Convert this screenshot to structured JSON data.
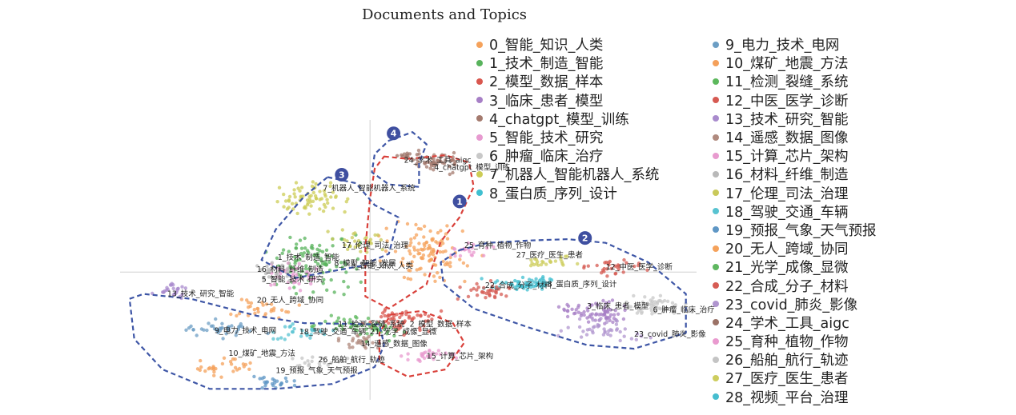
{
  "chart_data": {
    "type": "scatter",
    "title": "Documents and Topics",
    "topics": [
      {
        "id": 0,
        "label": "0_智能_知识_人类",
        "color": "#f5a25b"
      },
      {
        "id": 1,
        "label": "1_技术_制造_智能",
        "color": "#58b35c"
      },
      {
        "id": 2,
        "label": "2_模型_数据_样本",
        "color": "#d9574f"
      },
      {
        "id": 3,
        "label": "3_临床_患者_模型",
        "color": "#a77fc6"
      },
      {
        "id": 4,
        "label": "4_chatgpt_模型_训练",
        "color": "#a47a6e"
      },
      {
        "id": 5,
        "label": "5_智能_技术_研究",
        "color": "#e79ad0"
      },
      {
        "id": 6,
        "label": "6_肿瘤_临床_治疗",
        "color": "#c8c8c8"
      },
      {
        "id": 7,
        "label": "7_机器人_智能机器人_系统",
        "color": "#cccc55"
      },
      {
        "id": 8,
        "label": "8_蛋白质_序列_设计",
        "color": "#3fbfd0"
      },
      {
        "id": 9,
        "label": "9_电力_技术_电网",
        "color": "#6c9ec4"
      },
      {
        "id": 10,
        "label": "10_煤矿_地震_方法",
        "color": "#f4a05a"
      },
      {
        "id": 11,
        "label": "11_检测_裂缝_系统",
        "color": "#5cb85c"
      },
      {
        "id": 12,
        "label": "12_中医_医学_诊断",
        "color": "#d65a52"
      },
      {
        "id": 13,
        "label": "13_技术_研究_智能",
        "color": "#a98bcd"
      },
      {
        "id": 14,
        "label": "14_遥感_数据_图像",
        "color": "#b08a7e"
      },
      {
        "id": 15,
        "label": "15_计算_芯片_架构",
        "color": "#e89bcf"
      },
      {
        "id": 16,
        "label": "16_材料_纤维_制造",
        "color": "#b9b9b9"
      },
      {
        "id": 17,
        "label": "17_伦理_司法_治理",
        "color": "#c9c95a"
      },
      {
        "id": 18,
        "label": "18_驾驶_交通_车辆",
        "color": "#58c3d1"
      },
      {
        "id": 19,
        "label": "19_预报_气象_天气预报",
        "color": "#5f97c5"
      },
      {
        "id": 20,
        "label": "20_无人_跨域_协同",
        "color": "#f5a25b"
      },
      {
        "id": 21,
        "label": "21_光学_成像_显微",
        "color": "#5fb760"
      },
      {
        "id": 22,
        "label": "22_合成_分子_材料",
        "color": "#d65c54"
      },
      {
        "id": 23,
        "label": "23_covid_肺炎_影像",
        "color": "#b095cf"
      },
      {
        "id": 24,
        "label": "24_学术_工具_aigc",
        "color": "#9b7266"
      },
      {
        "id": 25,
        "label": "25_育种_植物_作物",
        "color": "#e99acf"
      },
      {
        "id": 26,
        "label": "26_船舶_航行_轨迹",
        "color": "#c4c4c4"
      },
      {
        "id": 27,
        "label": "27_医疗_医生_患者",
        "color": "#cdcd5e"
      },
      {
        "id": 28,
        "label": "28_视频_平台_治理",
        "color": "#46bdcf"
      }
    ],
    "plot_labels": [
      {
        "text": "24_学术_工具_aigc",
        "x": 0.36,
        "y": 0.9
      },
      {
        "text": "4_chatgpt_模型_训练",
        "x": 0.68,
        "y": 0.84
      },
      {
        "text": "7_机器人_智能机器人_系统",
        "x": -0.5,
        "y": 0.67
      },
      {
        "text": "17_伦理_司法_治理",
        "x": -0.3,
        "y": 0.2
      },
      {
        "text": "1_技术_制造_智能",
        "x": -0.98,
        "y": 0.1
      },
      {
        "text": "5_智能_知识_人类",
        "x": -0.2,
        "y": 0.03
      },
      {
        "text": "8_模型_智能_发展",
        "x": -0.38,
        "y": 0.05
      },
      {
        "text": "16_材料_纤维_制造",
        "x": -1.2,
        "y": 0.0
      },
      {
        "text": "5_智能_技术_研究",
        "x": -1.15,
        "y": -0.08
      },
      {
        "text": "13_技术_研究_智能",
        "x": -2.15,
        "y": -0.2
      },
      {
        "text": "20_无人_跨域_协同",
        "x": -1.2,
        "y": -0.25
      },
      {
        "text": "25_育种_植物_作物",
        "x": 1.0,
        "y": 0.2
      },
      {
        "text": "27_医疗_医生_患者",
        "x": 1.55,
        "y": 0.12
      },
      {
        "text": "12_中医_医学_诊断",
        "x": 2.5,
        "y": 0.02
      },
      {
        "text": "22_合成_分子_材料",
        "x": 1.22,
        "y": -0.13
      },
      {
        "text": "8_蛋白质_序列_设计",
        "x": 1.88,
        "y": -0.12
      },
      {
        "text": "3_临床_患者_模型",
        "x": 2.3,
        "y": -0.3
      },
      {
        "text": "6_肿瘤_临床_治疗",
        "x": 3.0,
        "y": -0.33
      },
      {
        "text": "23_covid_肺炎_影像",
        "x": 2.8,
        "y": -0.53
      },
      {
        "text": "11_检测_裂缝_系统",
        "x": -0.34,
        "y": -0.45
      },
      {
        "text": "2_模型_数据_样本",
        "x": 0.42,
        "y": -0.45
      },
      {
        "text": "9_电力_技术_电网",
        "x": -1.65,
        "y": -0.5
      },
      {
        "text": "18_驾驶_交通_车辆",
        "x": -0.75,
        "y": -0.51
      },
      {
        "text": "21_光学_成像_显微",
        "x": 0.0,
        "y": -0.51
      },
      {
        "text": "14_遥感_数据_图像",
        "x": -0.1,
        "y": -0.61
      },
      {
        "text": "15_计算_芯片_架构",
        "x": 0.6,
        "y": -0.71
      },
      {
        "text": "10_煤矿_地震_方法",
        "x": -1.5,
        "y": -0.69
      },
      {
        "text": "26_船舶_航行_轨迹",
        "x": -0.55,
        "y": -0.74
      },
      {
        "text": "19_预报_气象_天气预报",
        "x": -1.0,
        "y": -0.83
      }
    ],
    "clusters": [
      {
        "topic": 0,
        "cx": 0.6,
        "cy": 0.15,
        "sx": 0.4,
        "sy": 0.2,
        "n": 110
      },
      {
        "topic": 1,
        "cx": -0.6,
        "cy": 0.1,
        "sx": 0.4,
        "sy": 0.2,
        "n": 100
      },
      {
        "topic": 2,
        "cx": 0.35,
        "cy": -0.4,
        "sx": 0.3,
        "sy": 0.1,
        "n": 60
      },
      {
        "topic": 3,
        "cx": 2.4,
        "cy": -0.33,
        "sx": 0.3,
        "sy": 0.08,
        "n": 70
      },
      {
        "topic": 4,
        "cx": 0.7,
        "cy": 0.9,
        "sx": 0.22,
        "sy": 0.07,
        "n": 50
      },
      {
        "topic": 5,
        "cx": -0.85,
        "cy": -0.05,
        "sx": 0.25,
        "sy": 0.1,
        "n": 40
      },
      {
        "topic": 6,
        "cx": 3.0,
        "cy": -0.28,
        "sx": 0.3,
        "sy": 0.07,
        "n": 55
      },
      {
        "topic": 7,
        "cx": -0.6,
        "cy": 0.6,
        "sx": 0.35,
        "sy": 0.12,
        "n": 70
      },
      {
        "topic": 8,
        "cx": 1.6,
        "cy": -0.1,
        "sx": 0.3,
        "sy": 0.05,
        "n": 45
      },
      {
        "topic": 9,
        "cx": -1.55,
        "cy": -0.47,
        "sx": 0.35,
        "sy": 0.06,
        "n": 40
      },
      {
        "topic": 10,
        "cx": -1.55,
        "cy": -0.78,
        "sx": 0.25,
        "sy": 0.06,
        "n": 30
      },
      {
        "topic": 11,
        "cx": -0.25,
        "cy": -0.42,
        "sx": 0.3,
        "sy": 0.06,
        "n": 35
      },
      {
        "topic": 12,
        "cx": 2.6,
        "cy": 0.05,
        "sx": 0.3,
        "sy": 0.06,
        "n": 30
      },
      {
        "topic": 13,
        "cx": -2.1,
        "cy": -0.15,
        "sx": 0.15,
        "sy": 0.06,
        "n": 25
      },
      {
        "topic": 14,
        "cx": -0.1,
        "cy": -0.58,
        "sx": 0.2,
        "sy": 0.06,
        "n": 25
      },
      {
        "topic": 15,
        "cx": 0.6,
        "cy": -0.68,
        "sx": 0.25,
        "sy": 0.05,
        "n": 30
      },
      {
        "topic": 16,
        "cx": -1.0,
        "cy": 0.0,
        "sx": 0.2,
        "sy": 0.08,
        "n": 25
      },
      {
        "topic": 17,
        "cx": -0.1,
        "cy": 0.25,
        "sx": 0.25,
        "sy": 0.08,
        "n": 30
      },
      {
        "topic": 18,
        "cx": -0.7,
        "cy": -0.5,
        "sx": 0.3,
        "sy": 0.06,
        "n": 30
      },
      {
        "topic": 19,
        "cx": -1.0,
        "cy": -0.9,
        "sx": 0.2,
        "sy": 0.05,
        "n": 25
      },
      {
        "topic": 20,
        "cx": -1.15,
        "cy": -0.3,
        "sx": 0.3,
        "sy": 0.08,
        "n": 30
      },
      {
        "topic": 21,
        "cx": 0.1,
        "cy": -0.5,
        "sx": 0.2,
        "sy": 0.06,
        "n": 25
      },
      {
        "topic": 22,
        "cx": 1.25,
        "cy": -0.15,
        "sx": 0.25,
        "sy": 0.06,
        "n": 35
      },
      {
        "topic": 23,
        "cx": 2.5,
        "cy": -0.48,
        "sx": 0.4,
        "sy": 0.08,
        "n": 45
      },
      {
        "topic": 24,
        "cx": 0.38,
        "cy": 0.95,
        "sx": 0.12,
        "sy": 0.03,
        "n": 12
      },
      {
        "topic": 25,
        "cx": 1.05,
        "cy": 0.18,
        "sx": 0.2,
        "sy": 0.05,
        "n": 20
      },
      {
        "topic": 26,
        "cx": -0.55,
        "cy": -0.72,
        "sx": 0.25,
        "sy": 0.05,
        "n": 20
      },
      {
        "topic": 27,
        "cx": 1.85,
        "cy": 0.1,
        "sx": 0.25,
        "sy": 0.05,
        "n": 25
      },
      {
        "topic": 28,
        "cx": 1.75,
        "cy": -0.08,
        "sx": 0.12,
        "sy": 0.04,
        "n": 20
      }
    ],
    "highlighted_groups": [
      {
        "id": 1,
        "number_label": "1",
        "color": "#d9413b",
        "badge": {
          "x": 0.95,
          "y": 0.58
        },
        "path": [
          [
            0.15,
            0.95
          ],
          [
            0.4,
            0.93
          ],
          [
            0.8,
            0.96
          ],
          [
            1.05,
            0.9
          ],
          [
            1.1,
            0.7
          ],
          [
            0.95,
            0.45
          ],
          [
            0.75,
            0.25
          ],
          [
            0.6,
            -0.1
          ],
          [
            0.2,
            -0.3
          ],
          [
            -0.05,
            -0.2
          ],
          [
            -0.05,
            0.2
          ],
          [
            0.0,
            0.6
          ],
          [
            0.05,
            0.85
          ]
        ]
      },
      {
        "id": 2,
        "number_label": "2",
        "color": "#3e56a6",
        "badge": {
          "x": 2.28,
          "y": 0.28
        },
        "path": [
          [
            0.95,
            0.18
          ],
          [
            1.25,
            0.24
          ],
          [
            1.7,
            0.26
          ],
          [
            2.1,
            0.27
          ],
          [
            2.5,
            0.24
          ],
          [
            2.95,
            0.08
          ],
          [
            3.35,
            -0.18
          ],
          [
            3.35,
            -0.5
          ],
          [
            2.8,
            -0.63
          ],
          [
            2.3,
            -0.6
          ],
          [
            1.7,
            -0.46
          ],
          [
            1.1,
            -0.3
          ],
          [
            0.78,
            -0.1
          ],
          [
            0.75,
            0.08
          ]
        ]
      },
      {
        "id": 3,
        "number_label": "3",
        "color": "#3e56a6",
        "badge": {
          "x": -0.3,
          "y": 0.8
        },
        "path": [
          [
            -0.45,
            0.78
          ],
          [
            -0.15,
            0.73
          ],
          [
            0.05,
            0.55
          ],
          [
            0.3,
            0.45
          ],
          [
            0.2,
            0.15
          ],
          [
            -0.1,
            0.05
          ],
          [
            -0.8,
            -0.05
          ],
          [
            -1.15,
            0.1
          ],
          [
            -1.0,
            0.35
          ],
          [
            -0.7,
            0.62
          ]
        ]
      },
      {
        "id": 4,
        "number_label": "4",
        "color": "#3e56a6",
        "badge": {
          "x": 0.25,
          "y": 1.14
        },
        "path": [
          [
            0.2,
            1.08
          ],
          [
            0.45,
            1.15
          ],
          [
            0.6,
            1.05
          ],
          [
            0.52,
            0.9
          ],
          [
            0.52,
            0.7
          ],
          [
            0.2,
            0.72
          ],
          [
            0.02,
            0.82
          ],
          [
            0.05,
            0.97
          ]
        ]
      },
      {
        "id": 5,
        "number_label": "",
        "color": "#3e56a6",
        "badge": null,
        "path": [
          [
            -2.55,
            -0.22
          ],
          [
            -2.4,
            -0.18
          ],
          [
            -1.9,
            -0.22
          ],
          [
            -1.2,
            -0.36
          ],
          [
            -0.7,
            -0.42
          ],
          [
            0.1,
            -0.43
          ],
          [
            0.15,
            -0.6
          ],
          [
            0.05,
            -0.78
          ],
          [
            -0.4,
            -0.92
          ],
          [
            -1.0,
            -0.96
          ],
          [
            -1.7,
            -0.96
          ],
          [
            -2.2,
            -0.8
          ],
          [
            -2.5,
            -0.55
          ]
        ]
      },
      {
        "id": 6,
        "number_label": "",
        "color": "#d9413b",
        "badge": null,
        "path": [
          [
            0.22,
            -0.35
          ],
          [
            0.55,
            -0.32
          ],
          [
            0.88,
            -0.42
          ],
          [
            1.0,
            -0.58
          ],
          [
            0.8,
            -0.8
          ],
          [
            0.4,
            -0.86
          ],
          [
            0.1,
            -0.74
          ],
          [
            0.1,
            -0.5
          ]
        ]
      }
    ],
    "xlim": [
      -2.65,
      5.5
    ],
    "ylim": [
      -1.05,
      1.25
    ],
    "grid": false,
    "crosshair": {
      "x": 0,
      "y": 0
    },
    "legend": "right-two-columns"
  }
}
